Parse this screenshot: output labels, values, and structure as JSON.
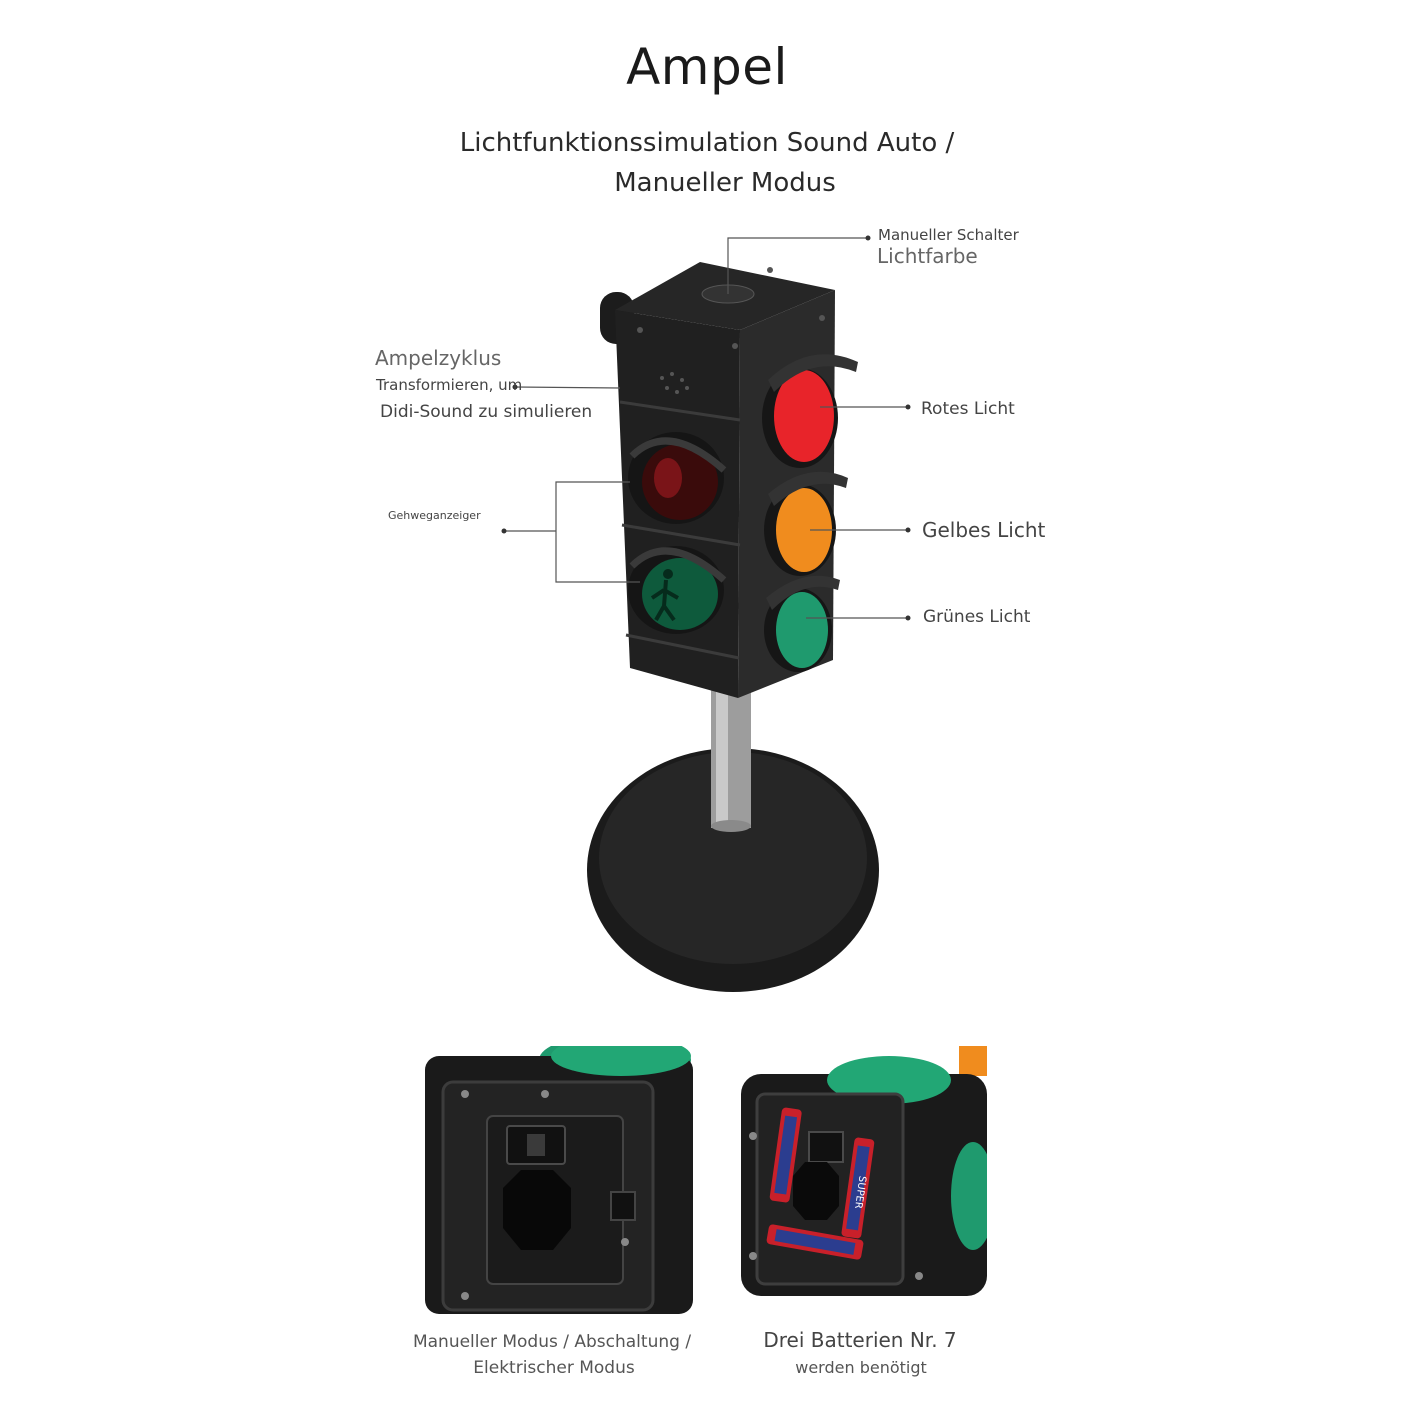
{
  "title": "Ampel",
  "subtitle": {
    "line1": "Lichtfunktionssimulation Sound Auto /",
    "line2": "Manueller Modus"
  },
  "callouts": {
    "switch_small": "Manueller Schalter",
    "switch_large": "Lichtfarbe",
    "cycle_title": "Ampelzyklus",
    "cycle_line1": "Transformieren, um",
    "cycle_line2": "Didi-Sound zu simulieren",
    "sidewalk": "Gehweganzeiger",
    "red": "Rotes Licht",
    "yellow": "Gelbes Licht",
    "green": "Grünes Licht"
  },
  "captions": {
    "left_line1": "Manueller Modus / Abschaltung /",
    "left_line2": "Elektrischer Modus",
    "right_line1": "Drei Batterien Nr. 7",
    "right_line2": "werden benötigt"
  },
  "battery_label": "SUPER",
  "colors": {
    "red": "#e8242a",
    "yellow": "#f08c1e",
    "green": "#1f9a6e",
    "body": "#1e1e1e",
    "pole": "#a9a9a9"
  }
}
